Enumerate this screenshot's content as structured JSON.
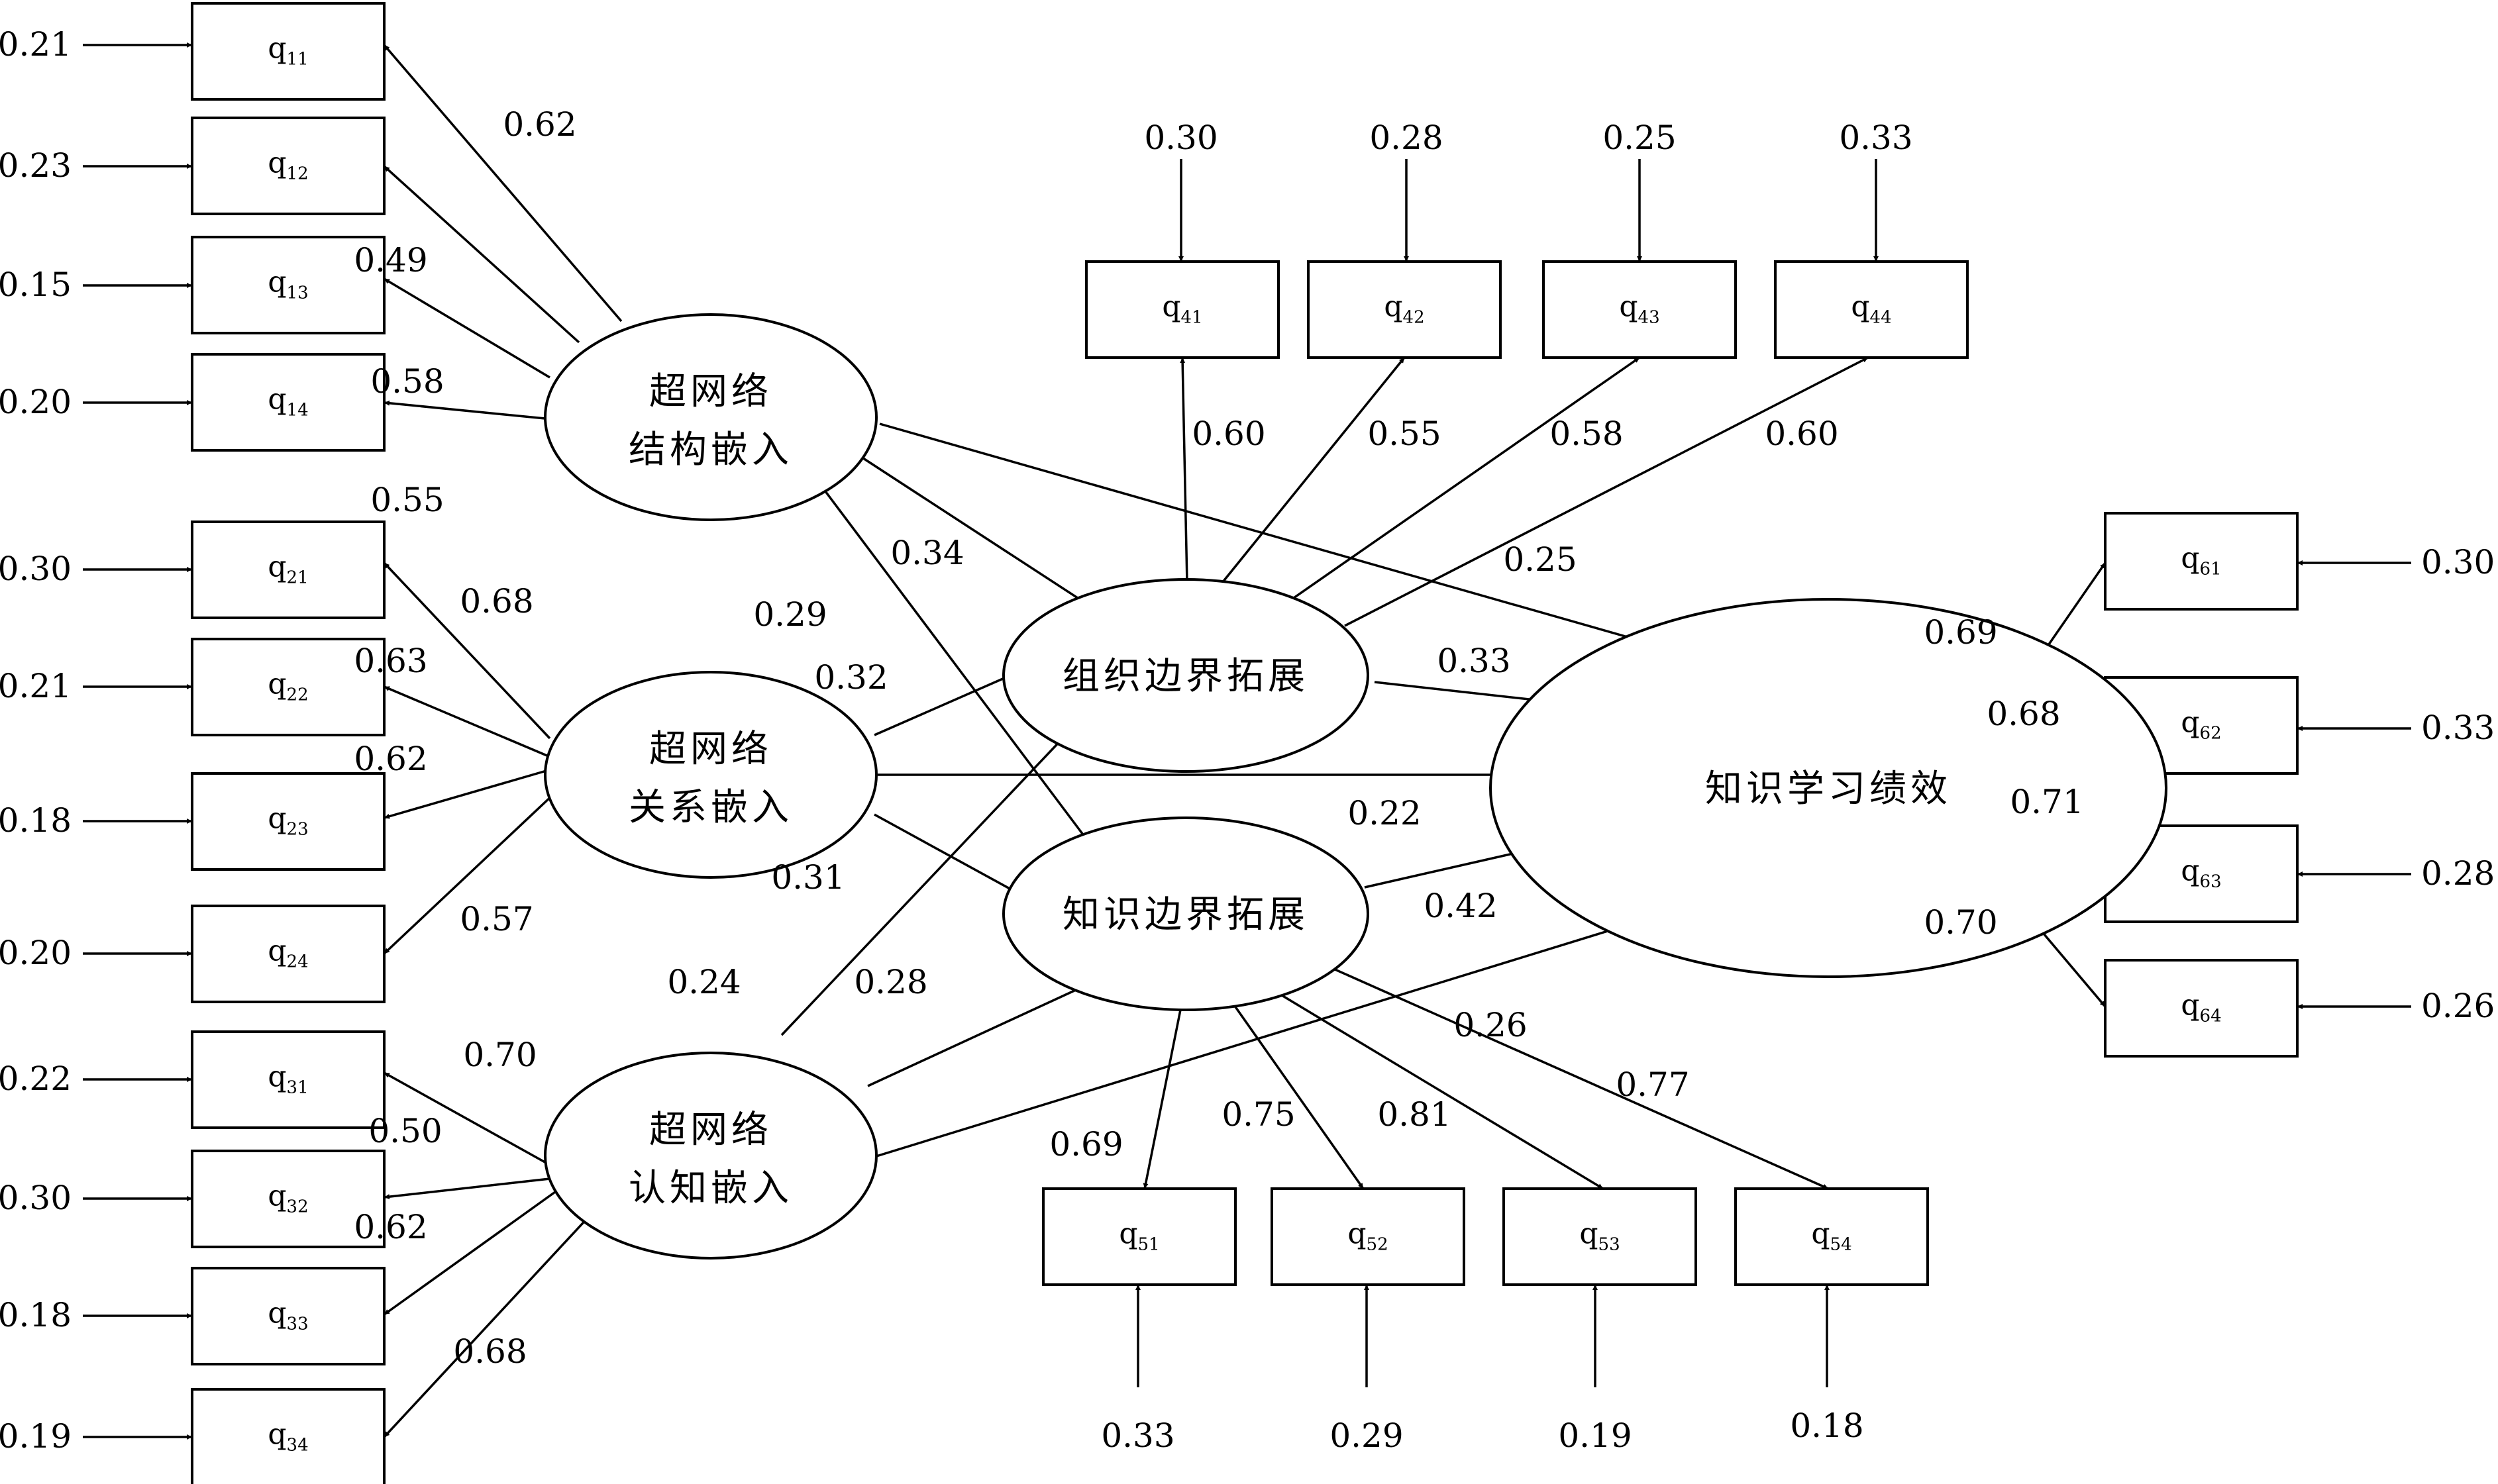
{
  "indicators": [
    {
      "id": "q11",
      "letter": "q",
      "sub": "11",
      "error": "0.21"
    },
    {
      "id": "q12",
      "letter": "q",
      "sub": "12",
      "error": "0.23"
    },
    {
      "id": "q13",
      "letter": "q",
      "sub": "13",
      "error": "0.15"
    },
    {
      "id": "q14",
      "letter": "q",
      "sub": "14",
      "error": "0.20"
    },
    {
      "id": "q21",
      "letter": "q",
      "sub": "21",
      "error": "0.30"
    },
    {
      "id": "q22",
      "letter": "q",
      "sub": "22",
      "error": "0.21"
    },
    {
      "id": "q23",
      "letter": "q",
      "sub": "23",
      "error": "0.18"
    },
    {
      "id": "q24",
      "letter": "q",
      "sub": "24",
      "error": "0.20"
    },
    {
      "id": "q31",
      "letter": "q",
      "sub": "31",
      "error": "0.22"
    },
    {
      "id": "q32",
      "letter": "q",
      "sub": "32",
      "error": "0.30"
    },
    {
      "id": "q33",
      "letter": "q",
      "sub": "33",
      "error": "0.18"
    },
    {
      "id": "q34",
      "letter": "q",
      "sub": "34",
      "error": "0.19"
    },
    {
      "id": "q41",
      "letter": "q",
      "sub": "41",
      "error": "0.30"
    },
    {
      "id": "q42",
      "letter": "q",
      "sub": "42",
      "error": "0.28"
    },
    {
      "id": "q43",
      "letter": "q",
      "sub": "43",
      "error": "0.25"
    },
    {
      "id": "q44",
      "letter": "q",
      "sub": "44",
      "error": "0.33"
    },
    {
      "id": "q51",
      "letter": "q",
      "sub": "51",
      "error": "0.33"
    },
    {
      "id": "q52",
      "letter": "q",
      "sub": "52",
      "error": "0.29"
    },
    {
      "id": "q53",
      "letter": "q",
      "sub": "53",
      "error": "0.19"
    },
    {
      "id": "q54",
      "letter": "q",
      "sub": "54",
      "error": "0.18"
    },
    {
      "id": "q61",
      "letter": "q",
      "sub": "61",
      "error": "0.30"
    },
    {
      "id": "q62",
      "letter": "q",
      "sub": "62",
      "error": "0.33"
    },
    {
      "id": "q63",
      "letter": "q",
      "sub": "63",
      "error": "0.28"
    },
    {
      "id": "q64",
      "letter": "q",
      "sub": "64",
      "error": "0.26"
    }
  ],
  "latents": [
    {
      "id": "L1",
      "line1": "超网络",
      "line2": "结构嵌入"
    },
    {
      "id": "L2",
      "line1": "超网络",
      "line2": "关系嵌入"
    },
    {
      "id": "L3",
      "line1": "超网络",
      "line2": "认知嵌入"
    },
    {
      "id": "L4",
      "line1": "组织边界拓展",
      "line2": ""
    },
    {
      "id": "L5",
      "line1": "知识边界拓展",
      "line2": ""
    },
    {
      "id": "L6",
      "line1": "知识学习绩效",
      "line2": ""
    }
  ],
  "loadings": [
    {
      "from": "L1",
      "to": "q11",
      "value": "0.62"
    },
    {
      "from": "L1",
      "to": "q12",
      "value": "0.49"
    },
    {
      "from": "L1",
      "to": "q13",
      "value": "0.58"
    },
    {
      "from": "L1",
      "to": "q14",
      "value": "0.55"
    },
    {
      "from": "L2",
      "to": "q21",
      "value": "0.68"
    },
    {
      "from": "L2",
      "to": "q22",
      "value": "0.63"
    },
    {
      "from": "L2",
      "to": "q23",
      "value": "0.62"
    },
    {
      "from": "L2",
      "to": "q24",
      "value": "0.57"
    },
    {
      "from": "L3",
      "to": "q31",
      "value": "0.70"
    },
    {
      "from": "L3",
      "to": "q32",
      "value": "0.50"
    },
    {
      "from": "L3",
      "to": "q33",
      "value": "0.62"
    },
    {
      "from": "L3",
      "to": "q34",
      "value": "0.68"
    },
    {
      "from": "L4",
      "to": "q41",
      "value": "0.60"
    },
    {
      "from": "L4",
      "to": "q42",
      "value": "0.55"
    },
    {
      "from": "L4",
      "to": "q43",
      "value": "0.58"
    },
    {
      "from": "L4",
      "to": "q44",
      "value": "0.60"
    },
    {
      "from": "L5",
      "to": "q51",
      "value": "0.69"
    },
    {
      "from": "L5",
      "to": "q52",
      "value": "0.75"
    },
    {
      "from": "L5",
      "to": "q53",
      "value": "0.81"
    },
    {
      "from": "L5",
      "to": "q54",
      "value": "0.77"
    },
    {
      "from": "L6",
      "to": "q61",
      "value": "0.69"
    },
    {
      "from": "L6",
      "to": "q62",
      "value": "0.68"
    },
    {
      "from": "L6",
      "to": "q63",
      "value": "0.71"
    },
    {
      "from": "L6",
      "to": "q64",
      "value": "0.70"
    }
  ],
  "paths": [
    {
      "from": "L1",
      "to": "L4",
      "value": "0.34"
    },
    {
      "from": "L1",
      "to": "L5",
      "value": "0.29"
    },
    {
      "from": "L1",
      "to": "L6",
      "value": "0.25"
    },
    {
      "from": "L2",
      "to": "L4",
      "value": "0.32"
    },
    {
      "from": "L2",
      "to": "L5",
      "value": "0.31"
    },
    {
      "from": "L2",
      "to": "L6",
      "value": "0.22"
    },
    {
      "from": "L3",
      "to": "L4",
      "value": "0.24"
    },
    {
      "from": "L3",
      "to": "L5",
      "value": "0.28"
    },
    {
      "from": "L3",
      "to": "L6",
      "value": "0.26"
    },
    {
      "from": "L4",
      "to": "L6",
      "value": "0.33"
    },
    {
      "from": "L5",
      "to": "L6",
      "value": "0.42"
    }
  ]
}
